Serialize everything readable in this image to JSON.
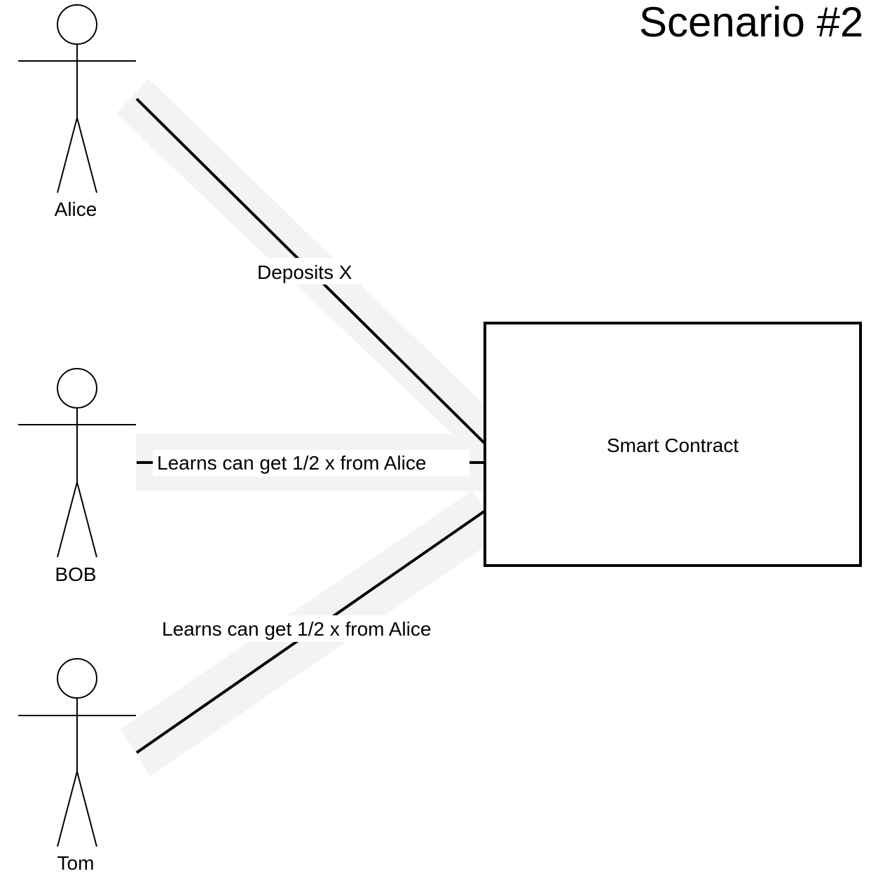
{
  "title": "Scenario #2",
  "actors": [
    {
      "id": "alice",
      "name": "Alice"
    },
    {
      "id": "bob",
      "name": "BOB"
    },
    {
      "id": "tom",
      "name": "Tom"
    }
  ],
  "contract": {
    "label": "Smart Contract"
  },
  "edges": [
    {
      "from": "alice",
      "to": "contract",
      "label": "Deposits X"
    },
    {
      "from": "bob",
      "to": "contract",
      "label": "Learns can get 1/2 x from Alice"
    },
    {
      "from": "tom",
      "to": "contract",
      "label": "Learns can get 1/2 x from Alice"
    }
  ],
  "colors": {
    "stroke": "#000000",
    "highlight": "#f5f5f5",
    "background": "#ffffff"
  }
}
